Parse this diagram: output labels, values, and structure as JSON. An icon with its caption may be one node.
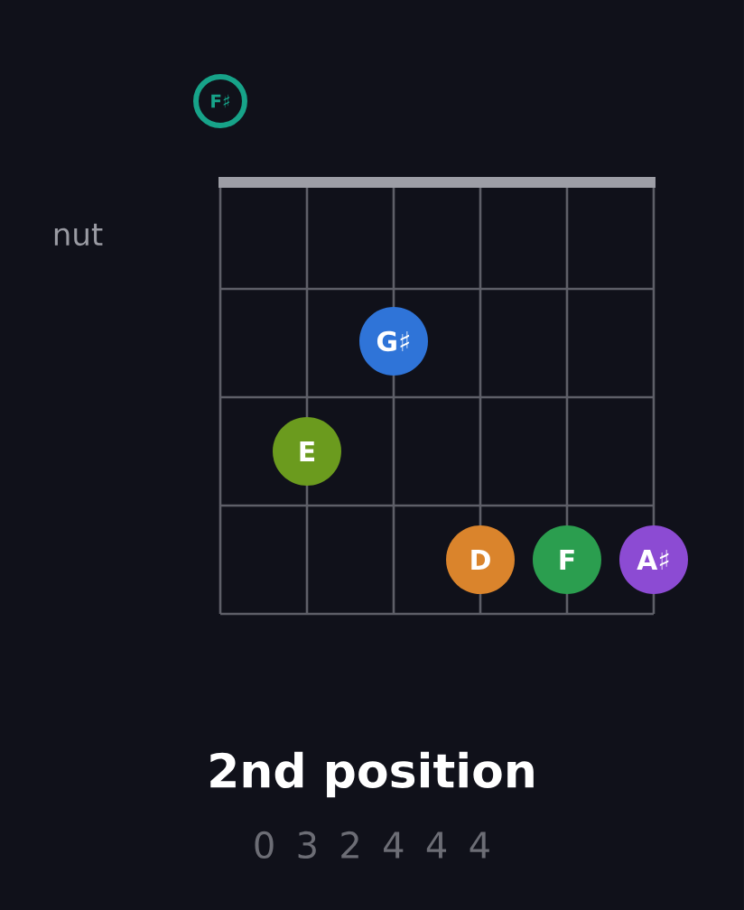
{
  "diagram": {
    "caption": "2nd position",
    "nodes": [
      {
        "text": [
          "F♯"
        ]
      },
      {
        "text": [
          "G♯"
        ]
      },
      {
        "text": [
          "E"
        ]
      },
      {
        "text": [
          "D"
        ]
      },
      {
        "text": [
          "F"
        ]
      },
      {
        "text": [
          "A♯"
        ]
      }
    ],
    "labels": [
      "nut",
      "0 3 2 4 4 4"
    ]
  }
}
